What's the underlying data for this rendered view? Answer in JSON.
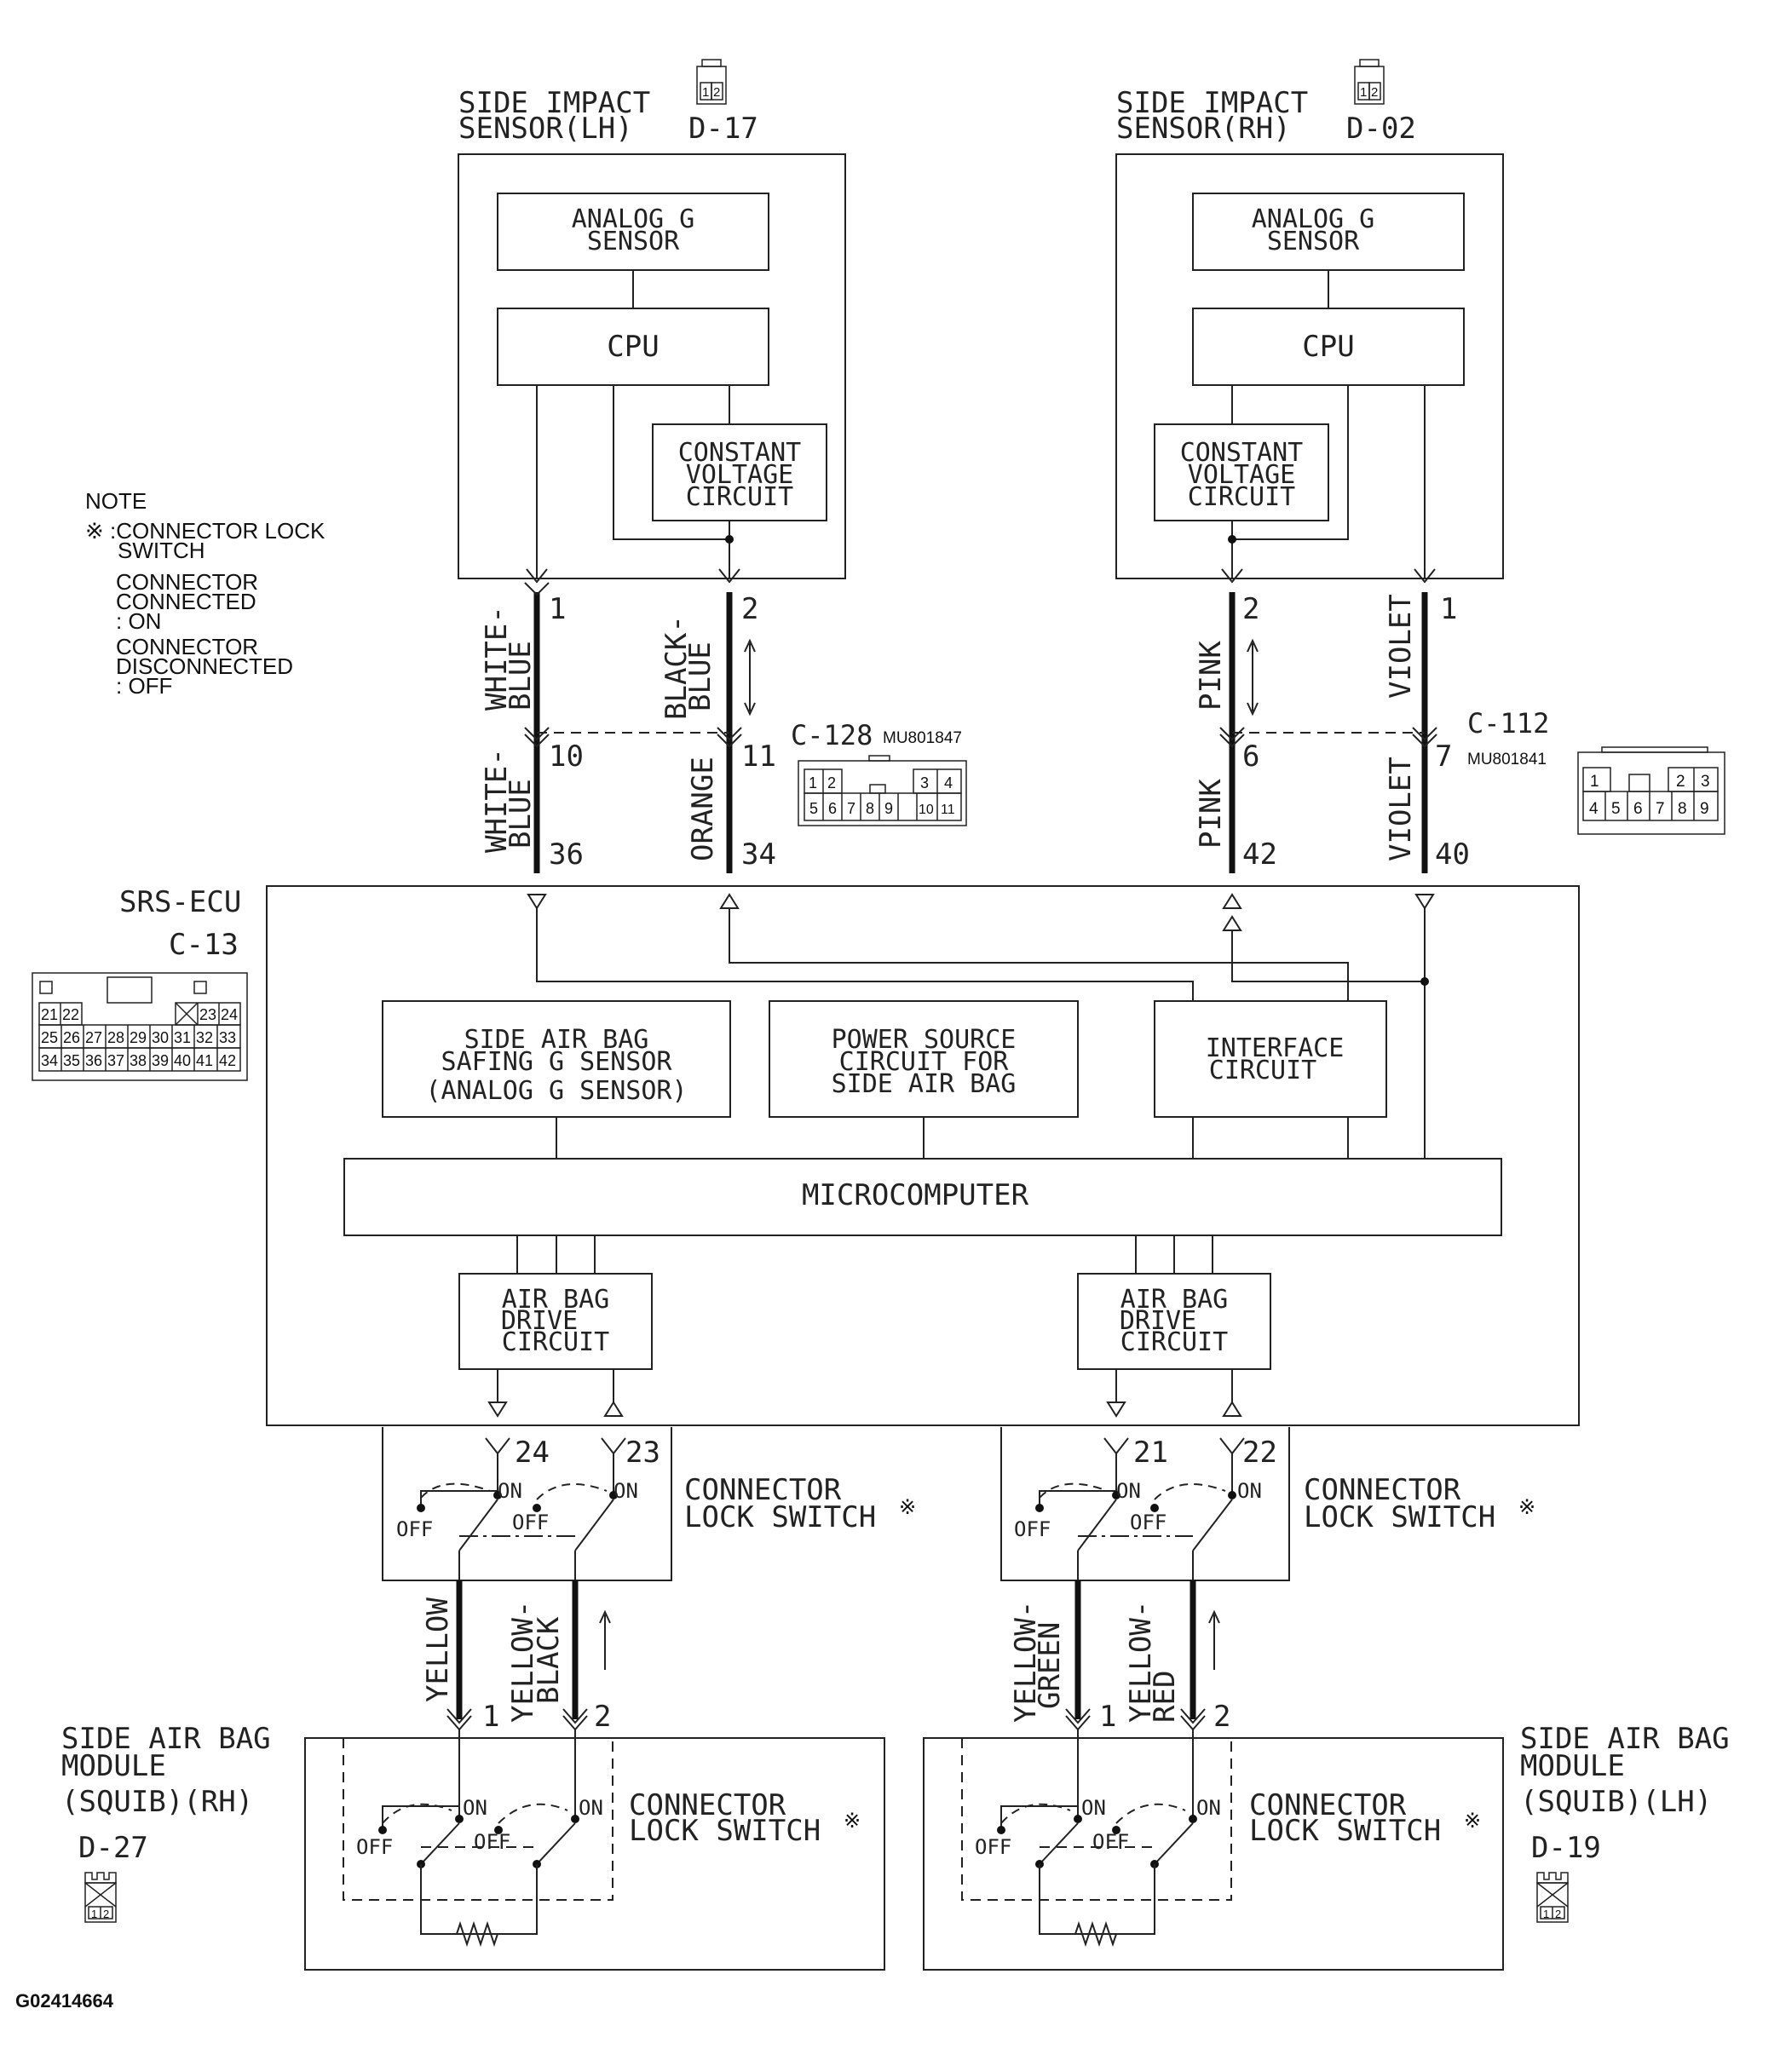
{
  "note": {
    "title": "NOTE",
    "asterisk_line1": "※ :CONNECTOR LOCK",
    "asterisk_line2": "SWITCH",
    "connected_line1": "CONNECTOR",
    "connected_line2": "CONNECTED",
    "connected_line3": ": ON",
    "disconnected_line1": "CONNECTOR",
    "disconnected_line2": "DISCONNECTED",
    "disconnected_line3": ": OFF"
  },
  "sensor_lh": {
    "title_line1": "SIDE IMPACT",
    "title_line2": "SENSOR(LH)",
    "connector": "D-17",
    "pins": [
      "1",
      "2"
    ],
    "analog_line1": "ANALOG G",
    "analog_line2": "SENSOR",
    "cpu": "CPU",
    "cvc_line1": "CONSTANT",
    "cvc_line2": "VOLTAGE",
    "cvc_line3": "CIRCUIT"
  },
  "sensor_rh": {
    "title_line1": "SIDE IMPACT",
    "title_line2": "SENSOR(RH)",
    "connector": "D-02",
    "pins": [
      "1",
      "2"
    ],
    "analog_line1": "ANALOG G",
    "analog_line2": "SENSOR",
    "cpu": "CPU",
    "cvc_line1": "CONSTANT",
    "cvc_line2": "VOLTAGE",
    "cvc_line3": "CIRCUIT"
  },
  "wires_upper": {
    "lh_w1_upper_a": "WHITE-",
    "lh_w1_upper_b": "BLUE",
    "lh_w1_lower_a": "WHITE-",
    "lh_w1_lower_b": "BLUE",
    "lh_w2_upper_a": "BLACK-",
    "lh_w2_upper_b": "BLUE",
    "lh_w2_lower": "ORANGE",
    "rh_w2_upper": "PINK",
    "rh_w2_lower": "PINK",
    "rh_w1_upper": "VIOLET",
    "rh_w1_lower": "VIOLET",
    "pin_lh1_top": "1",
    "pin_lh1_mid": "10",
    "pin_lh1_bot": "36",
    "pin_lh2_top": "2",
    "pin_lh2_mid": "11",
    "pin_lh2_bot": "34",
    "pin_rh2_top": "2",
    "pin_rh2_mid": "6",
    "pin_rh2_bot": "42",
    "pin_rh1_top": "1",
    "pin_rh1_mid": "7",
    "pin_rh1_bot": "40"
  },
  "connector_c128": {
    "name": "C-128",
    "part": "MU801847",
    "row1": [
      "1",
      "2",
      "3",
      "4"
    ],
    "row2": [
      "5",
      "6",
      "7",
      "8",
      "9",
      "10",
      "11"
    ]
  },
  "connector_c112": {
    "name": "C-112",
    "part": "MU801841",
    "row1": [
      "1",
      "2",
      "3"
    ],
    "row2": [
      "4",
      "5",
      "6",
      "7",
      "8",
      "9"
    ]
  },
  "ecu": {
    "name": "SRS-ECU",
    "connector": "C-13",
    "row1": [
      "21",
      "22",
      "23",
      "24"
    ],
    "row2": [
      "25",
      "26",
      "27",
      "28",
      "29",
      "30",
      "31",
      "32",
      "33"
    ],
    "row3": [
      "34",
      "35",
      "36",
      "37",
      "38",
      "39",
      "40",
      "41",
      "42"
    ],
    "safing_line1": "SIDE AIR BAG",
    "safing_line2": "SAFING G SENSOR",
    "safing_line3": "(ANALOG G SENSOR)",
    "power_line1": "POWER SOURCE",
    "power_line2": "CIRCUIT FOR",
    "power_line3": "SIDE AIR BAG",
    "interface_line1": "INTERFACE",
    "interface_line2": "CIRCUIT",
    "micro": "MICROCOMPUTER",
    "drive_line1": "AIR BAG",
    "drive_line2": "DRIVE",
    "drive_line3": "CIRCUIT"
  },
  "switch_labels": {
    "on": "ON",
    "off": "OFF",
    "cls_line1": "CONNECTOR",
    "cls_line2": "LOCK SWITCH",
    "asterisk": "※",
    "pin24": "24",
    "pin23": "23",
    "pin21": "21",
    "pin22": "22"
  },
  "wires_lower": {
    "rh_w1": "YELLOW",
    "rh_w2_a": "YELLOW-",
    "rh_w2_b": "BLACK",
    "lh_w1_a": "YELLOW-",
    "lh_w1_b": "GREEN",
    "lh_w2_a": "YELLOW-",
    "lh_w2_b": "RED",
    "pin1": "1",
    "pin2": "2"
  },
  "module_rh": {
    "title_line1": "SIDE AIR BAG",
    "title_line2": "MODULE",
    "title_line3": "(SQUIB)(RH)",
    "connector": "D-27",
    "pins": [
      "1",
      "2"
    ]
  },
  "module_lh": {
    "title_line1": "SIDE AIR BAG",
    "title_line2": "MODULE",
    "title_line3": "(SQUIB)(LH)",
    "connector": "D-19",
    "pins": [
      "1",
      "2"
    ]
  },
  "figure_id": "G02414664"
}
